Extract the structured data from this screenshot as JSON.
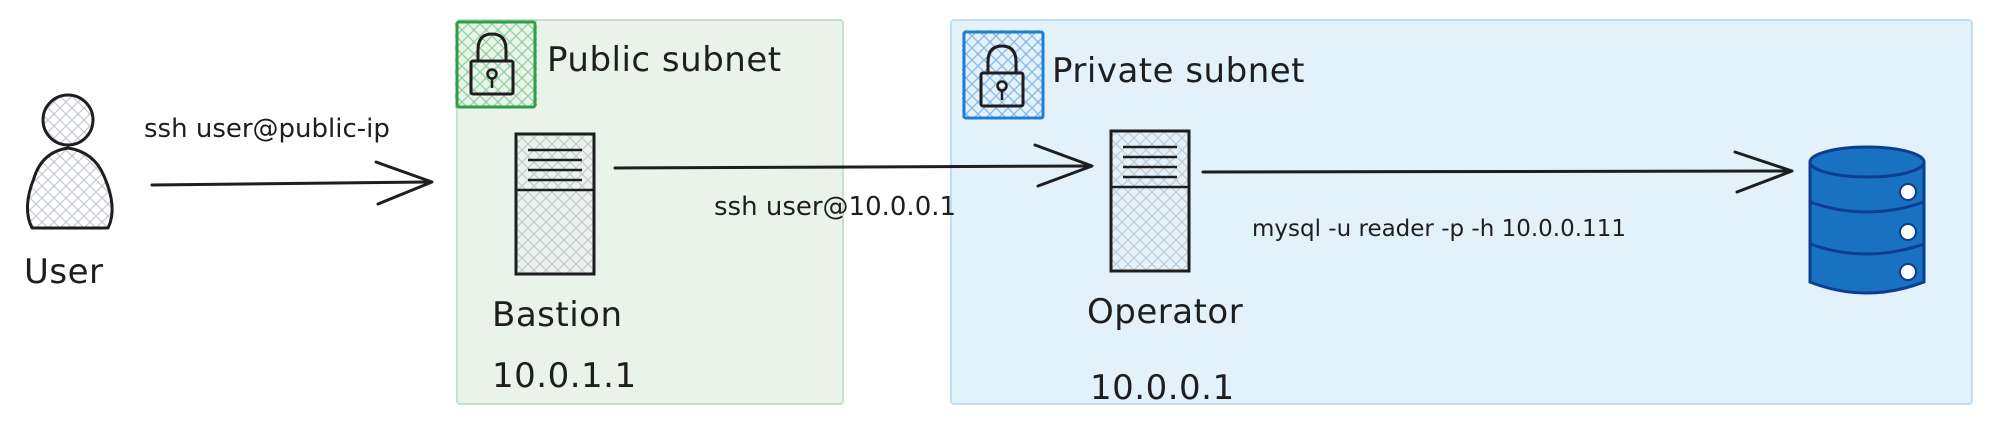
{
  "user": {
    "label": "User"
  },
  "public_subnet": {
    "title": "Public subnet"
  },
  "private_subnet": {
    "title": "Private subnet"
  },
  "bastion": {
    "name": "Bastion",
    "ip": "10.0.1.1"
  },
  "operator": {
    "name": "Operator",
    "ip": "10.0.0.1"
  },
  "edges": {
    "user_to_bastion": "ssh user@public-ip",
    "bastion_to_operator": "ssh user@10.0.0.1",
    "operator_to_db": "mysql -u reader -p -h 10.0.0.111"
  },
  "colors": {
    "public_subnet_fill": "#eaf3ea",
    "public_subnet_border": "#c6e2c8",
    "public_icon_border": "#2f9e44",
    "private_subnet_fill": "#e3f1fb",
    "private_subnet_border": "#bcdff6",
    "private_icon_border": "#1c7ed6",
    "database_fill": "#1971c2",
    "stroke": "#1e1e1e"
  },
  "icons": {
    "user": "person-icon",
    "public_lock": "lock-icon",
    "private_lock": "lock-icon",
    "bastion": "server-icon",
    "operator": "server-icon",
    "database": "database-icon"
  }
}
